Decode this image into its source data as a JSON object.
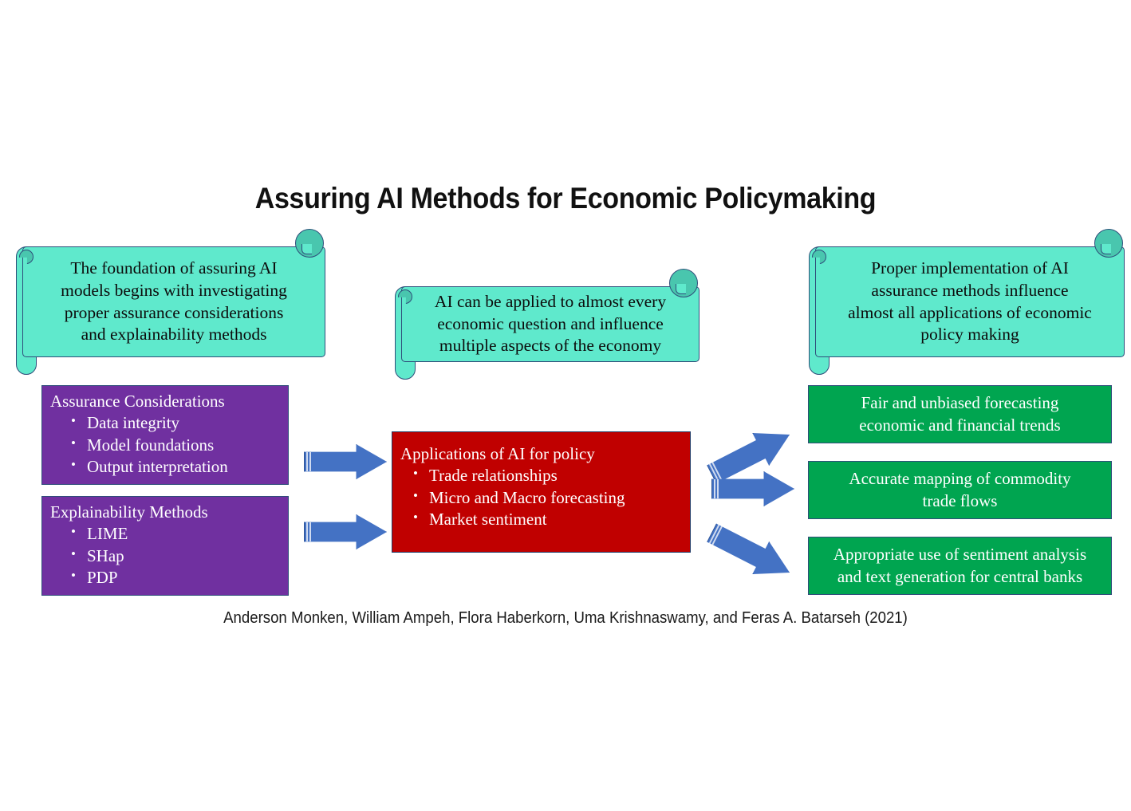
{
  "title": "Assuring AI Methods for Economic Policymaking",
  "citation": "Anderson Monken, William Ampeh, Flora Haberkorn, Uma Krishnaswamy, and Feras A. Batarseh (2021)",
  "colors": {
    "scroll_fill": "#5FE9CC",
    "scroll_curl": "#49C6AE",
    "scroll_border": "#2F4E7A",
    "purple": "#7030A0",
    "red": "#C00000",
    "green": "#00A550",
    "arrow_blue": "#4472C4",
    "text_light": "#FFFFFF",
    "text_dark": "#0C0C0C"
  },
  "scrolls": [
    {
      "id": "scroll-assurance",
      "text": "The foundation of assuring AI\nmodels begins with investigating\nproper assurance considerations\nand explainability methods"
    },
    {
      "id": "scroll-applications",
      "text": "AI can be applied to almost every\neconomic question and influence\nmultiple aspects of the economy"
    },
    {
      "id": "scroll-outcomes",
      "text": "Proper implementation of AI\nassurance methods influence\nalmost all applications of economic\npolicy making"
    }
  ],
  "left_boxes": [
    {
      "id": "assurance-considerations",
      "heading": "Assurance Considerations",
      "bullets": [
        "Data integrity",
        "Model foundations",
        "Output interpretation"
      ]
    },
    {
      "id": "explainability-methods",
      "heading": "Explainability Methods",
      "bullets": [
        "LIME",
        "SHap",
        "PDP"
      ]
    }
  ],
  "center_box": {
    "id": "applications-of-ai-for-policy",
    "heading": "Applications of AI for policy",
    "bullets": [
      "Trade relationships",
      "Micro and Macro forecasting",
      "Market sentiment"
    ]
  },
  "right_boxes": [
    {
      "id": "outcome-fair-forecasting",
      "text": "Fair and unbiased forecasting\neconomic and financial trends"
    },
    {
      "id": "outcome-commodity-mapping",
      "text": "Accurate mapping of commodity\ntrade flows"
    },
    {
      "id": "outcome-sentiment-analysis",
      "text": "Appropriate use of sentiment analysis\nand text generation for central banks"
    }
  ],
  "arrows": [
    {
      "id": "arrow-assurance-to-applications",
      "direction": "right"
    },
    {
      "id": "arrow-explainability-to-applications",
      "direction": "right"
    },
    {
      "id": "arrow-applications-to-forecasting",
      "direction": "up-right"
    },
    {
      "id": "arrow-applications-to-commodity",
      "direction": "right"
    },
    {
      "id": "arrow-applications-to-sentiment",
      "direction": "down-right"
    }
  ]
}
